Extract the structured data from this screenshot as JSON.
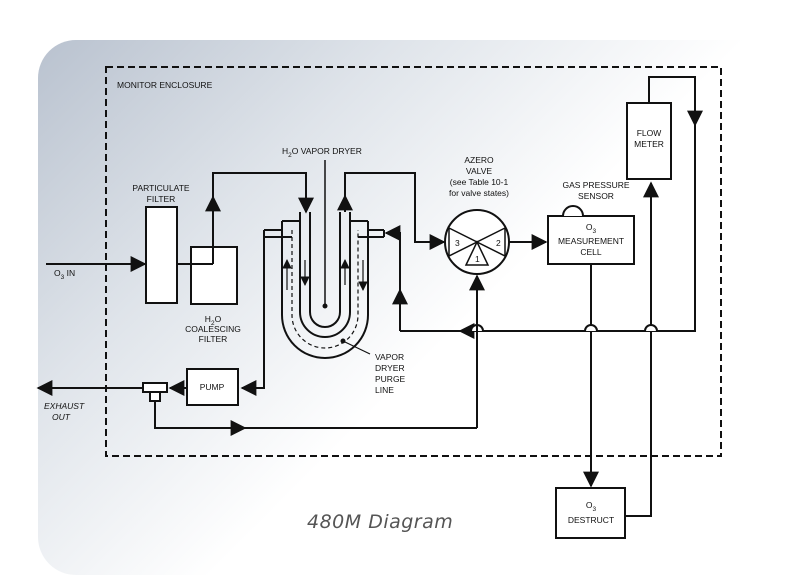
{
  "caption": "480M Diagram",
  "labels": {
    "enclosure": "MONITOR ENCLOSURE",
    "o3_in": "O3 IN",
    "o3_in_parts": [
      "O",
      "3",
      " IN"
    ],
    "particulate_filter": [
      "PARTICULATE",
      "FILTER"
    ],
    "coalescing_filter": [
      "H2O",
      "COALESCING",
      "FILTER"
    ],
    "coalescing_h2o": [
      "H",
      "2",
      "O"
    ],
    "vapor_dryer": "H2O  VAPOR DRYER",
    "vapor_dryer_parts": [
      "H",
      "2",
      "O  VAPOR DRYER"
    ],
    "azero_valve": [
      "AZERO",
      "VALVE",
      "(see Table 10-1",
      "for valve states)"
    ],
    "valve_ports": [
      "1",
      "2",
      "3"
    ],
    "gas_pressure_sensor": [
      "GAS PRESSURE",
      "SENSOR"
    ],
    "measurement_cell": [
      "O3",
      "MEASUREMENT",
      "CELL"
    ],
    "o3_parts": [
      "O",
      "3"
    ],
    "flow_meter": [
      "FLOW",
      "METER"
    ],
    "purge_line": [
      "VAPOR",
      "DRYER",
      "PURGE",
      "LINE"
    ],
    "pump": "PUMP",
    "exhaust": [
      "EXHAUST",
      "OUT"
    ],
    "destruct": [
      "O3",
      "DESTRUCT"
    ]
  },
  "colors": {
    "line": "#111111",
    "caption": "#555555",
    "panel_start": "#b9c2cf",
    "panel_end": "#ffffff"
  }
}
